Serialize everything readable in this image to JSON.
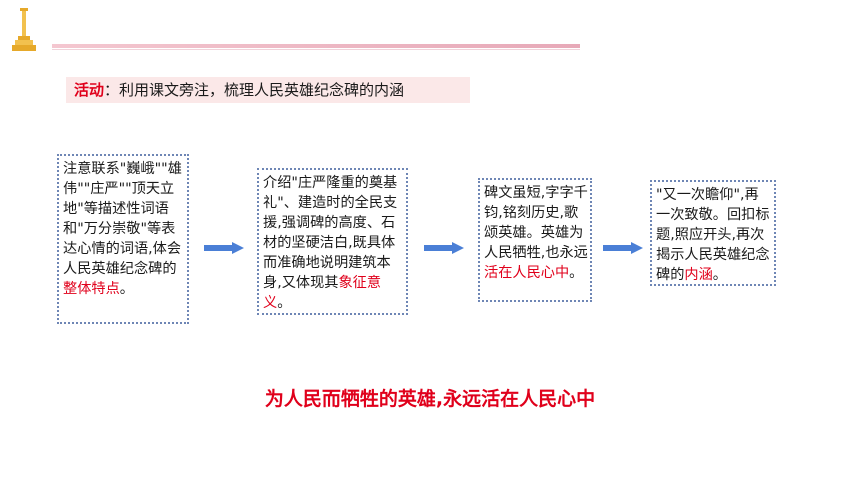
{
  "header": {
    "logo_icon": "monument-icon"
  },
  "activity": {
    "keyword": "活动",
    "text": "：利用课文旁注，梳理人民英雄纪念碑的内涵"
  },
  "flow": [
    {
      "text_before": "注意联系\"巍峨\"\"雄伟\"\"庄严\"\"顶天立地\"等描述性词语和\"万分崇敬\"等表达心情的词语,体会人民英雄纪念碑的",
      "highlight": "整体特点",
      "text_after": "。"
    },
    {
      "text_before": "介绍\"庄严隆重的奠基礼\"、建造时的全民支援,强调碑的高度、石材的坚硬洁白,既具体而准确地说明建筑本身,又体现其",
      "highlight": "象征意义",
      "text_after": "。"
    },
    {
      "text_before": "碑文虽短,字字千钧,铭刻历史,歌颂英雄。英雄为人民牺牲,也永远",
      "highlight": "活在人民心中",
      "text_after": "。"
    },
    {
      "text_before": "\"又一次瞻仰\",再一次致敬。回扣标题,照应开头,再次揭示人民英雄纪念碑的",
      "highlight": "内涵",
      "text_after": "。"
    }
  ],
  "conclusion": "为人民而牺牲的英雄,永远活在人民心中",
  "colors": {
    "accent_red": "#e0001b",
    "box_border": "#6e86b5",
    "arrow_blue": "#4a7fd6",
    "activity_bg": "#fbe8e8"
  }
}
